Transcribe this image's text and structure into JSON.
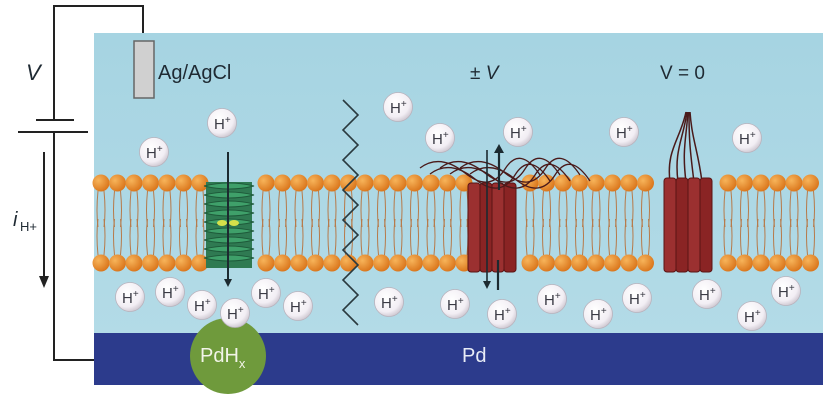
{
  "labels": {
    "voltage": "V",
    "electrode": "Ag/AgCl",
    "current_i": "i",
    "current_sub": "H+",
    "pm_voltage": "± V",
    "zero_voltage": "V = 0",
    "substrate": "Pd",
    "hydride_main": "PdH",
    "hydride_sub": "x",
    "ion": "H",
    "ion_charge": "+"
  },
  "colors": {
    "solution": "#a9d6e3",
    "substrate": "#2c3b8c",
    "hydride": "#6f9a3c",
    "lipid_head": "#e58a1f",
    "channel_green": "#2f8a5a",
    "channel_red": "#8c2a2a"
  }
}
